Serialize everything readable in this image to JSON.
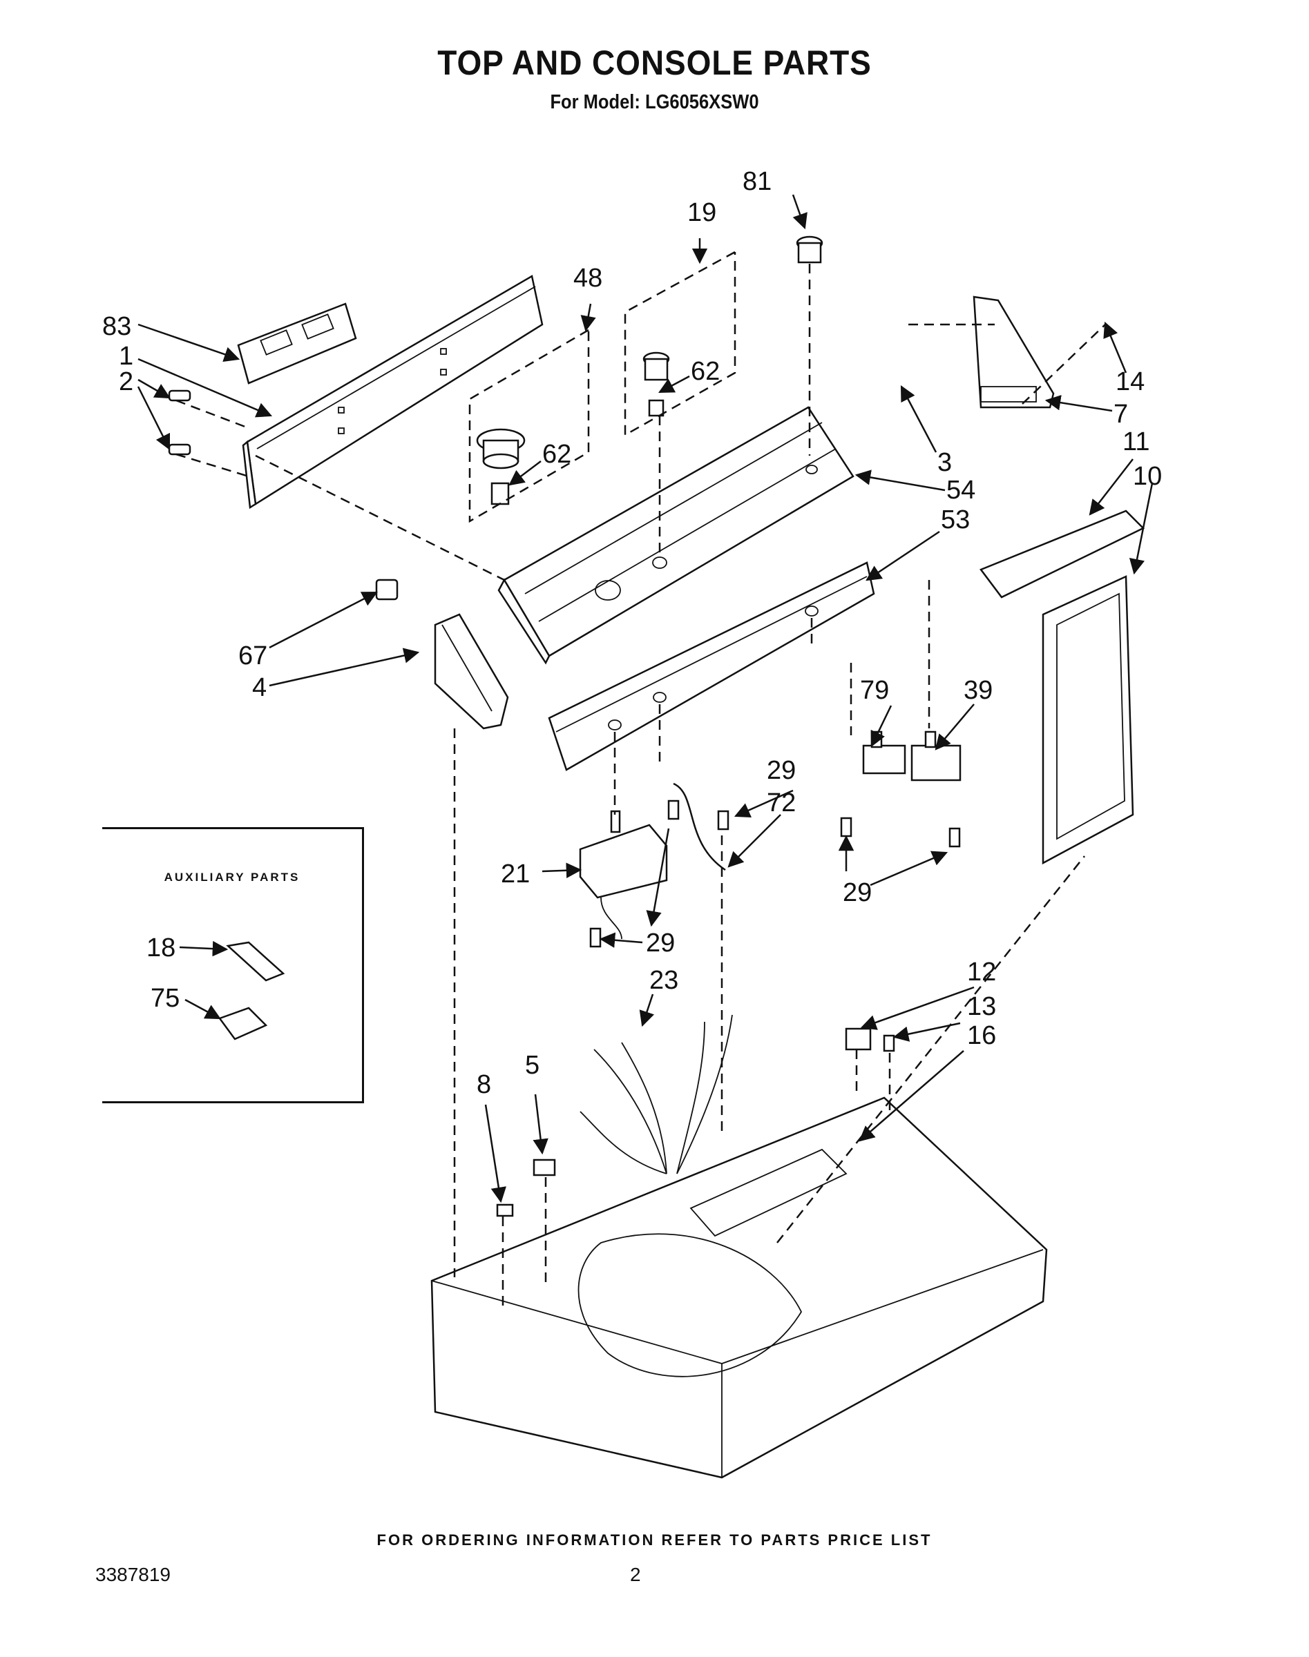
{
  "header": {
    "title": "TOP AND CONSOLE PARTS",
    "subtitle": "For Model: LG6056XSW0"
  },
  "aux_panel": {
    "title": "AUXILIARY PARTS"
  },
  "callouts": {
    "c1": "1",
    "c2": "2",
    "c3": "3",
    "c4": "4",
    "c5": "5",
    "c7": "7",
    "c8": "8",
    "c10": "10",
    "c11": "11",
    "c12": "12",
    "c13": "13",
    "c14": "14",
    "c16": "16",
    "c18": "18",
    "c19": "19",
    "c21": "21",
    "c23": "23",
    "c29a": "29",
    "c29b": "29",
    "c29c": "29",
    "c39": "39",
    "c48": "48",
    "c53": "53",
    "c54": "54",
    "c62a": "62",
    "c62b": "62",
    "c67": "67",
    "c72": "72",
    "c75": "75",
    "c79": "79",
    "c81": "81",
    "c83": "83"
  },
  "footer": {
    "ordering_note": "FOR ORDERING INFORMATION REFER TO PARTS PRICE LIST",
    "document_number": "3387819",
    "page_number": "2"
  }
}
